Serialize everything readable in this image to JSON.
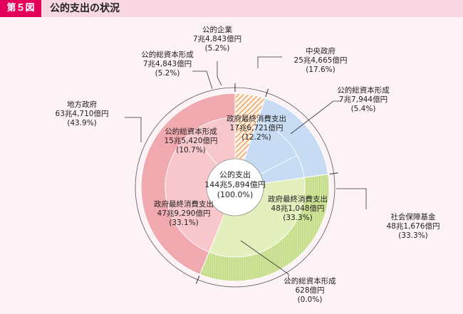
{
  "header": {
    "figure_no": "第５図",
    "title": "公的支出の状況"
  },
  "center": {
    "name": "公的支出",
    "amount": "144兆5,894億円",
    "pct": "(100.0%)"
  },
  "colors": {
    "central": "#c7dcf2",
    "social": "#cfe49a",
    "social_inner": "#e3efbd",
    "local": "#f1a9b0",
    "local_inner": "#f8c7cc",
    "public_corp": "#f5a56a"
  },
  "chart_data": {
    "type": "pie",
    "title": "公的支出の状況",
    "total": {
      "label": "公的支出",
      "value_oku_yen": 1445894,
      "pct": 100.0
    },
    "outer_ring": [
      {
        "name": "公的企業",
        "amount": "7兆4,843億円",
        "value_oku_yen": 74843,
        "pct": 5.2
      },
      {
        "name": "中央政府",
        "amount": "25兆4,665億円",
        "value_oku_yen": 254665,
        "pct": 17.6
      },
      {
        "name": "社会保障基金",
        "amount": "48兆1,676億円",
        "value_oku_yen": 481676,
        "pct": 33.3
      },
      {
        "name": "地方政府",
        "amount": "63兆4,710億円",
        "value_oku_yen": 634710,
        "pct": 43.9
      }
    ],
    "inner_ring": [
      {
        "parent": "公的企業",
        "name": "公的総資本形成",
        "amount": "7兆4,843億円",
        "value_oku_yen": 74843,
        "pct": 5.2
      },
      {
        "parent": "中央政府",
        "name": "政府最終消費支出",
        "amount": "17兆6,721億円",
        "value_oku_yen": 176721,
        "pct": 12.2
      },
      {
        "parent": "中央政府",
        "name": "公的総資本形成",
        "amount": "7兆7,944億円",
        "value_oku_yen": 77944,
        "pct": 5.4
      },
      {
        "parent": "社会保障基金",
        "name": "政府最終消費支出",
        "amount": "48兆1,048億円",
        "value_oku_yen": 481048,
        "pct": 33.3
      },
      {
        "parent": "社会保障基金",
        "name": "公的総資本形成",
        "amount": "628億円",
        "value_oku_yen": 628,
        "pct": 0.0
      },
      {
        "parent": "地方政府",
        "name": "政府最終消費支出",
        "amount": "47兆9,290億円",
        "value_oku_yen": 479290,
        "pct": 33.1
      },
      {
        "parent": "地方政府",
        "name": "公的総資本形成",
        "amount": "15兆5,420億円",
        "value_oku_yen": 155420,
        "pct": 10.7
      }
    ]
  }
}
